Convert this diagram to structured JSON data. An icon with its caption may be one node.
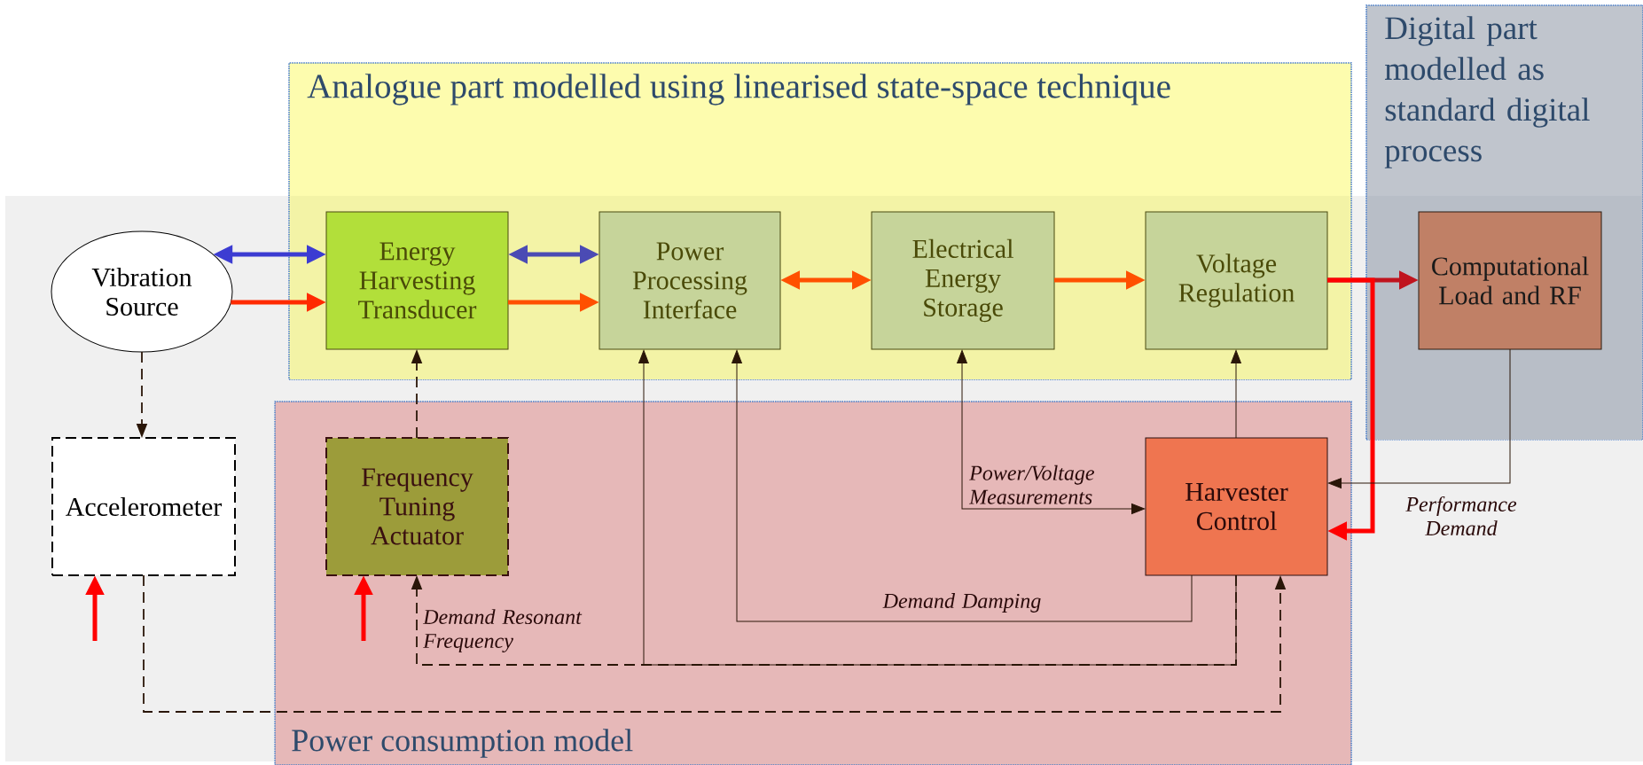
{
  "diagram": {
    "nodes": [
      {
        "text": [
          "Analogue part modelled using linearised state-space technique"
        ]
      },
      {
        "text": [
          "Digital part modelled as standard digital process"
        ]
      },
      {
        "text": [
          "Power consumption model"
        ]
      },
      {
        "text": [
          "Vibration Source"
        ]
      },
      {
        "text": [
          "Energy Harvesting Transducer"
        ],
        "in": 0
      },
      {
        "text": [
          "Power Processing Interface"
        ],
        "in": 0
      },
      {
        "text": [
          "Electrical Energy Storage"
        ],
        "in": 0
      },
      {
        "text": [
          "Voltage Regulation"
        ],
        "in": 0
      },
      {
        "text": [
          "Computational Load and RF"
        ],
        "in": 1
      },
      {
        "text": [
          "Accelerometer"
        ]
      },
      {
        "text": [
          "Frequency Tuning Actuator"
        ],
        "in": 2
      },
      {
        "text": [
          "Harvester Control"
        ],
        "in": 2
      }
    ],
    "edges": [
      {
        "from": 3,
        "to": 4,
        "arrow": "both",
        "color": "#3c3cd2"
      },
      {
        "from": 3,
        "to": 4,
        "arrow": "to",
        "color": "#ff2a00"
      },
      {
        "from": 4,
        "to": 5,
        "arrow": "both",
        "color": "#4b4bb4"
      },
      {
        "from": 4,
        "to": 5,
        "arrow": "to",
        "color": "#ff5000"
      },
      {
        "from": 5,
        "to": 6,
        "arrow": "both",
        "color": "#ff5000"
      },
      {
        "from": 6,
        "to": 7,
        "arrow": "to",
        "color": "#ff5000"
      },
      {
        "from": 7,
        "to": 8,
        "arrow": "to",
        "color": "#c0141e"
      },
      {
        "from": 7,
        "to": 11,
        "arrow": "to",
        "color": "#ff0000"
      },
      {
        "from": 3,
        "to": 9,
        "arrow": "to",
        "style": "dashed"
      },
      {
        "from": 10,
        "to": 4,
        "arrow": "to",
        "style": "dashed"
      },
      {
        "from": 11,
        "to": 7,
        "arrow": "to"
      },
      {
        "from": 6,
        "to": 11,
        "arrow": "both",
        "label": "Power/Voltage Measurements"
      },
      {
        "from": 8,
        "to": 11,
        "arrow": "to",
        "label": "Performance Demand"
      },
      {
        "from": 11,
        "to": 5,
        "arrow": "to",
        "label": "Demand Damping"
      },
      {
        "from": 11,
        "to": 5,
        "arrow": "to"
      },
      {
        "from": 11,
        "to": 10,
        "arrow": "to",
        "style": "dashed",
        "label": "Demand Resonant Frequency"
      },
      {
        "from": 9,
        "to": 11,
        "arrow": "to",
        "style": "dashed"
      },
      {
        "from": null,
        "to": 9,
        "arrow": "to",
        "color": "#ff0000"
      },
      {
        "from": null,
        "to": 10,
        "arrow": "to",
        "color": "#ff0000"
      }
    ]
  }
}
